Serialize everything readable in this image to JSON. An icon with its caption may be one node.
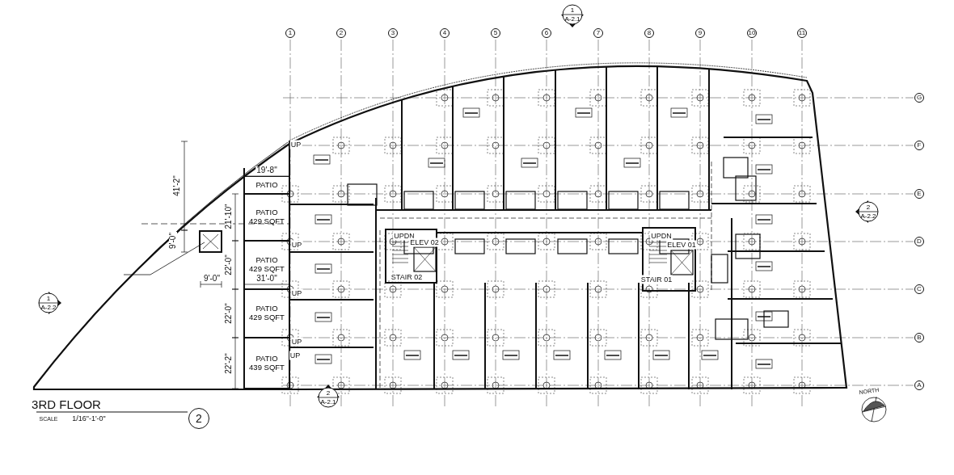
{
  "diagram": {
    "title": "3RD FLOOR",
    "nodes": [
      {
        "text": [
          "PATIO"
        ]
      },
      {
        "text": [
          "PATIO 429 SQFT"
        ]
      },
      {
        "text": [
          "PATIO 429 SQFT"
        ]
      },
      {
        "text": [
          "PATIO 429 SQFT"
        ]
      },
      {
        "text": [
          "PATIO 439 SQFT"
        ]
      }
    ],
    "labels": [
      "1",
      "2",
      "3",
      "4",
      "5",
      "6",
      "7",
      "8",
      "9",
      "10",
      "11",
      "1",
      "A-2.1",
      "G",
      "F",
      "E",
      "D",
      "C",
      "B",
      "A",
      "41'-2\"",
      "19'-8\"",
      "21'-10\"",
      "9'-0\"",
      "22'-0\"",
      "9'-0\"",
      "31'-0\"",
      "22'-0\"",
      "22'-2\"",
      "UP",
      "UP",
      "UP",
      "UP",
      "UP",
      "UPDN",
      "ELEV 02",
      "STAIR 02",
      "UPDN",
      "ELEV 01",
      "STAIR 01",
      "2",
      "A-2.2",
      "1",
      "A-2.2",
      "2",
      "A-2.1",
      "SCALE",
      "1/16\"-1'-0\"",
      "2",
      "NORTH"
    ]
  }
}
